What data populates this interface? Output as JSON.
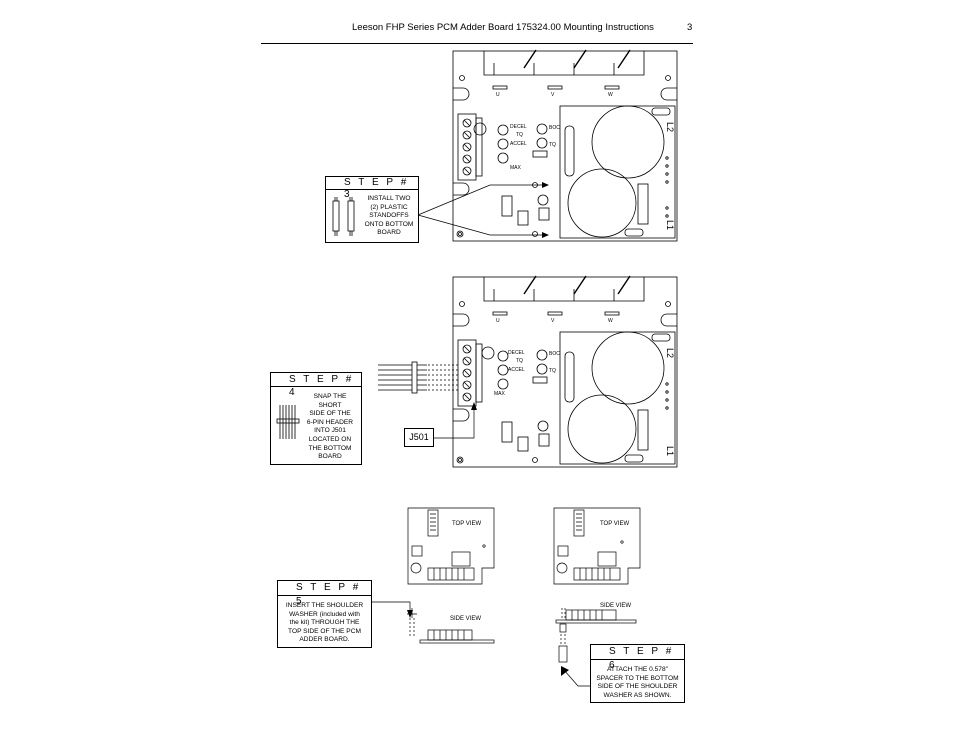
{
  "header": {
    "title": "Leeson FHP Series PCM Adder Board 175324.00 Mounting Instructions",
    "page_number": "3"
  },
  "step3": {
    "heading": "S T E P  # 3",
    "lines": [
      "INSTALL TWO",
      "(2) PLASTIC",
      "STANDOFFS",
      "ONTO BOTTOM",
      "BOARD"
    ]
  },
  "step4": {
    "heading": "S T E P  # 4",
    "lines": [
      "SNAP THE",
      "SHORT",
      "SIDE OF THE",
      "6-PIN HEADER",
      "INTO J501",
      "LOCATED ON",
      "THE BOTTOM",
      "BOARD"
    ],
    "callout": "J501"
  },
  "step5": {
    "heading": "S T E P  # 5",
    "lines": [
      "INSERT THE SHOULDER",
      "WASHER (included with",
      "the kit) THROUGH THE",
      "TOP SIDE OF THE PCM",
      "ADDER BOARD."
    ],
    "top_view": "TOP VIEW",
    "side_view": "SIDE VIEW"
  },
  "step6": {
    "heading": "S T E P  # 6",
    "lines": [
      "ATTACH THE 0.578\"",
      "SPACER TO THE BOTTOM",
      "SIDE OF THE SHOULDER",
      "WASHER AS SHOWN."
    ],
    "top_view": "TOP VIEW",
    "side_view": "SIDE VIEW"
  },
  "board": {
    "u": "U",
    "v": "V",
    "w": "W",
    "decel": "DECEL",
    "accel": "ACCEL",
    "tq": "TQ",
    "boc": "BOC",
    "max": "MAX",
    "l2": "L2",
    "l1": "L1"
  }
}
